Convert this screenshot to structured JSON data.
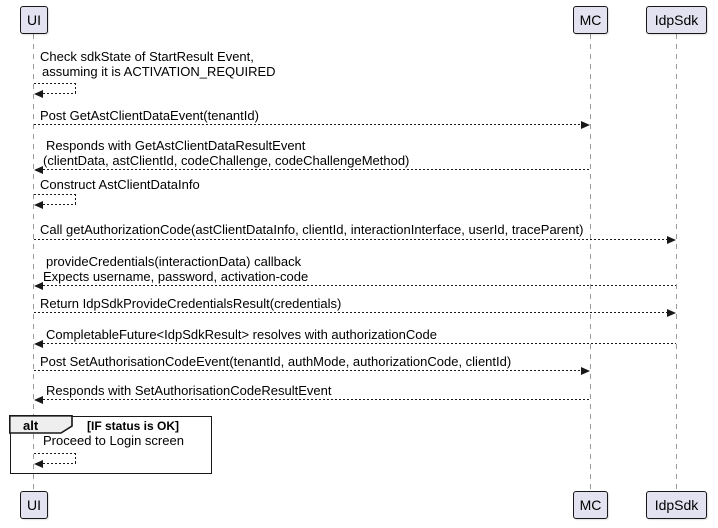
{
  "participants": [
    {
      "name": "UI"
    },
    {
      "name": "MC"
    },
    {
      "name": "IdpSdk"
    }
  ],
  "messages": [
    {
      "from": "UI",
      "to": "UI",
      "type": "self",
      "lines": [
        "Check sdkState of StartResult Event,",
        "assuming it is ACTIVATION_REQUIRED"
      ]
    },
    {
      "from": "UI",
      "to": "MC",
      "type": "async",
      "lines": [
        "Post GetAstClientDataEvent(tenantId)"
      ]
    },
    {
      "from": "MC",
      "to": "UI",
      "type": "async",
      "lines": [
        "Responds with GetAstClientDataResultEvent",
        "(clientData, astClientId, codeChallenge, codeChallengeMethod)"
      ]
    },
    {
      "from": "UI",
      "to": "UI",
      "type": "self",
      "lines": [
        "Construct AstClientDataInfo"
      ]
    },
    {
      "from": "UI",
      "to": "IdpSdk",
      "type": "async",
      "lines": [
        "Call getAuthorizationCode(astClientDataInfo, clientId, interactionInterface, userId, traceParent)"
      ]
    },
    {
      "from": "IdpSdk",
      "to": "UI",
      "type": "async",
      "lines": [
        "provideCredentials(interactionData) callback",
        "Expects username, password, activation-code"
      ]
    },
    {
      "from": "UI",
      "to": "IdpSdk",
      "type": "async",
      "lines": [
        "Return IdpSdkProvideCredentialsResult(credentials)"
      ]
    },
    {
      "from": "IdpSdk",
      "to": "UI",
      "type": "async",
      "lines": [
        "CompletableFuture<IdpSdkResult> resolves with authorizationCode"
      ]
    },
    {
      "from": "UI",
      "to": "MC",
      "type": "async",
      "lines": [
        "Post SetAuthorisationCodeEvent(tenantId, authMode, authorizationCode, clientId)"
      ]
    },
    {
      "from": "MC",
      "to": "UI",
      "type": "async",
      "lines": [
        "Responds with SetAuthorisationCodeResultEvent"
      ]
    },
    {
      "from": "UI",
      "to": "UI",
      "type": "self",
      "lines": [
        "Proceed to Login screen"
      ]
    }
  ],
  "alt_frame": {
    "operator": "alt",
    "condition": "[IF status is OK]"
  },
  "colors": {
    "participant_fill": "#E2E2F0",
    "participant_border": "#181818",
    "message_line": "#181818",
    "lifeline": "#9A9A9A",
    "frame_border": "#181818",
    "frame_tab_fill": "#EEEEEE",
    "background": "#FFFFFF"
  }
}
